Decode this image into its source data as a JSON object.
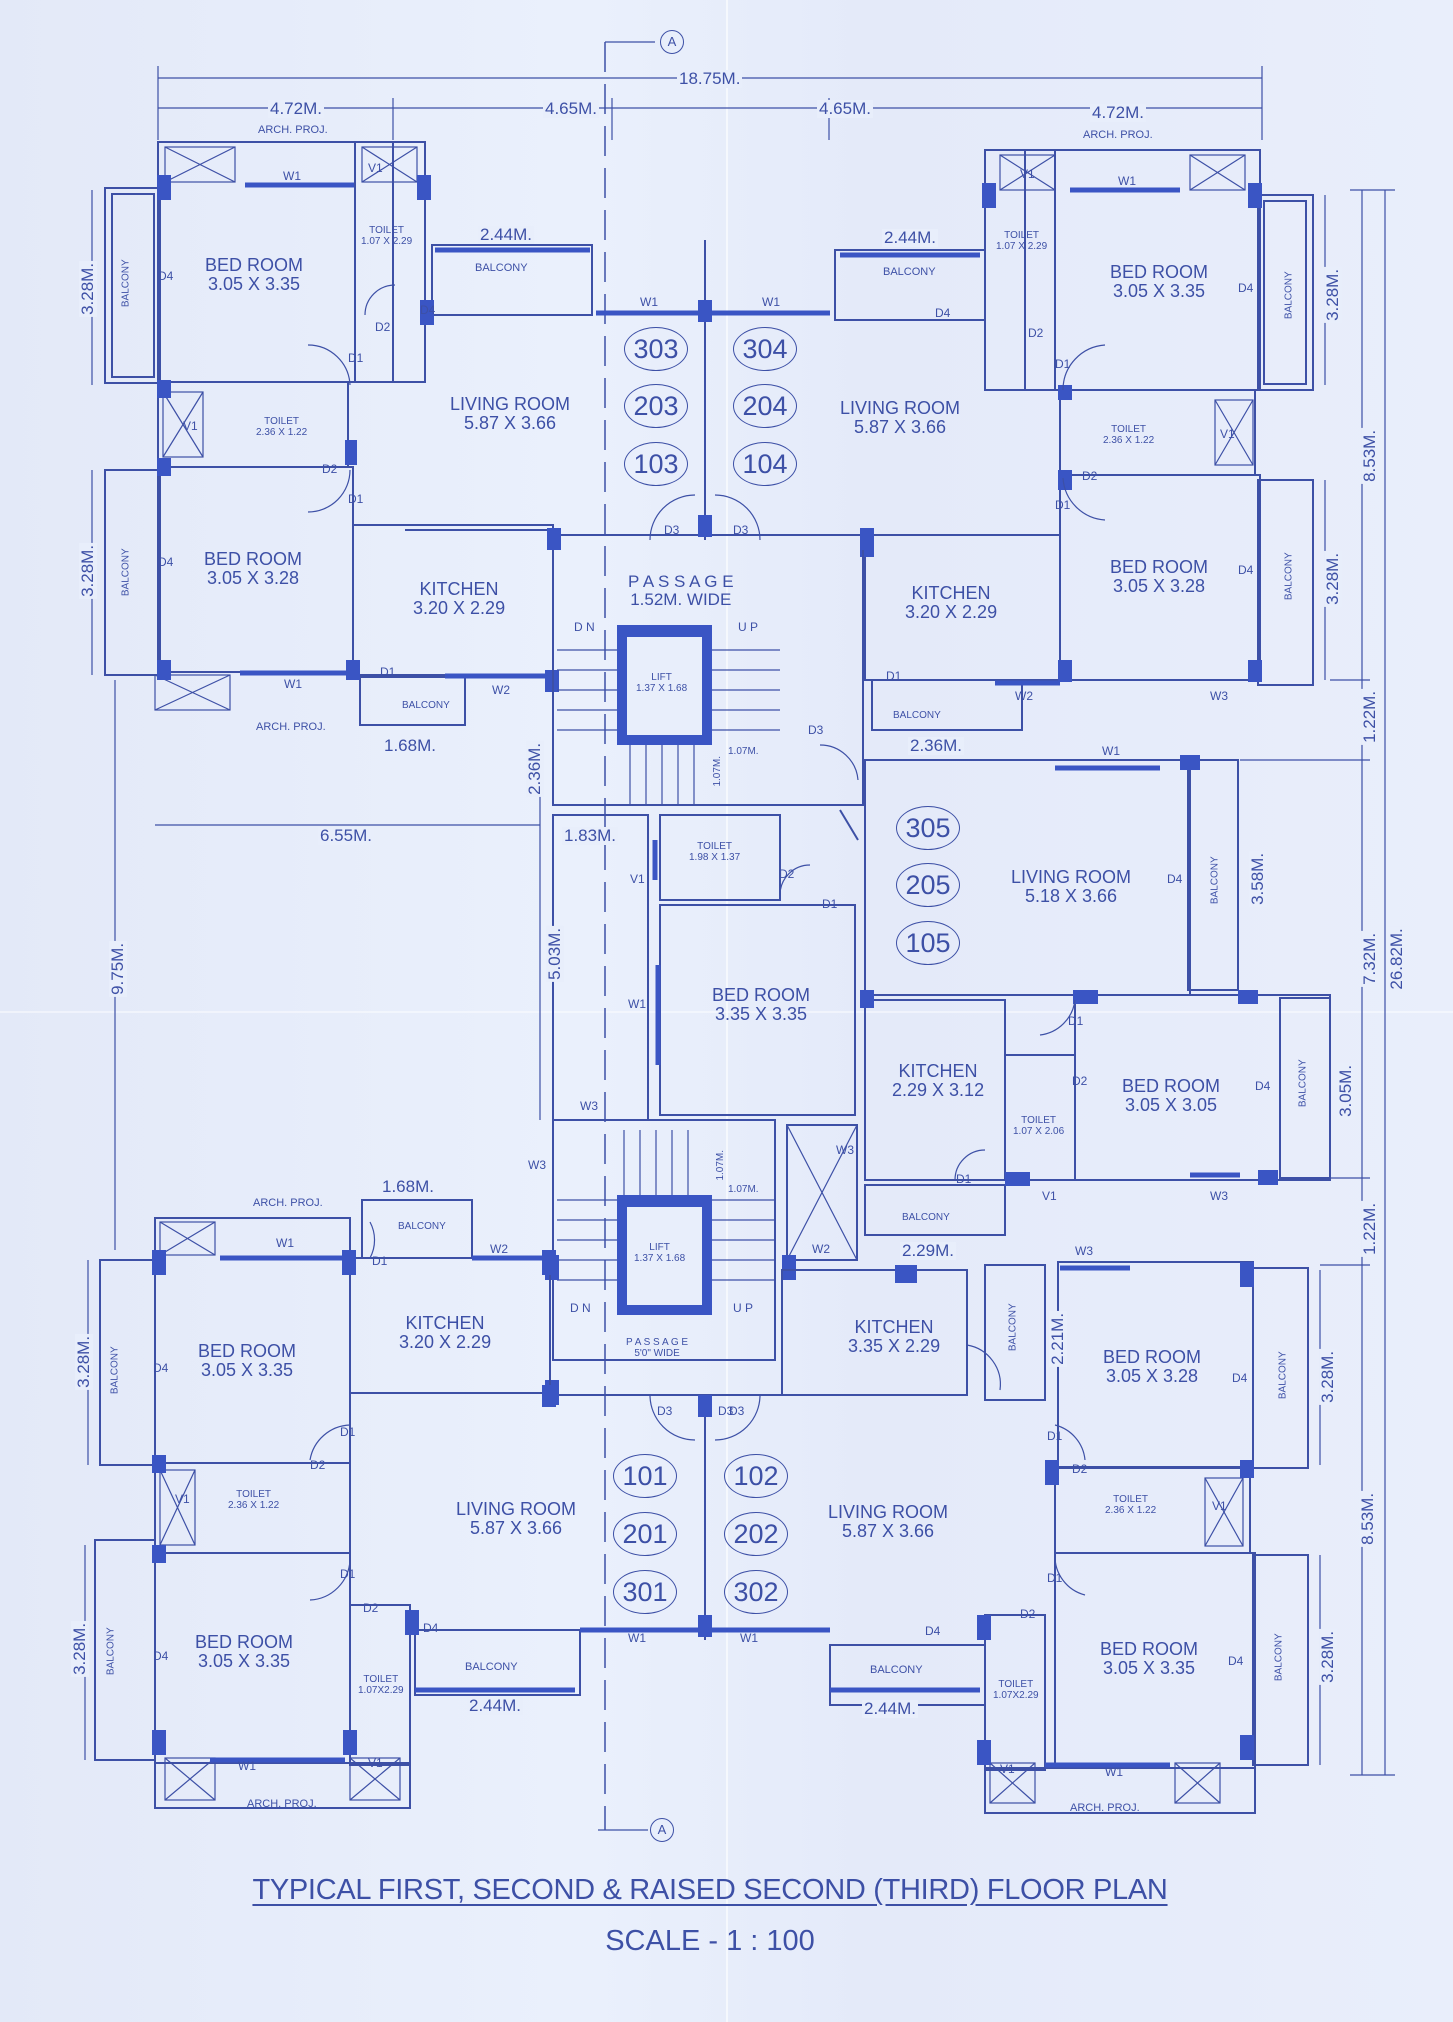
{
  "drawing": {
    "title": "TYPICAL FIRST, SECOND & RAISED SECOND (THIRD) FLOOR PLAN",
    "scale": "SCALE - 1 : 100",
    "section_marker": "A",
    "colors": {
      "line": "#3d50a6",
      "wall_fill": "#3a55c4",
      "paper": "#e6ecfa"
    }
  },
  "units": {
    "top_left": [
      "303",
      "203",
      "103"
    ],
    "top_right": [
      "304",
      "204",
      "104"
    ],
    "middle_right": [
      "305",
      "205",
      "105"
    ],
    "bottom_left": [
      "101",
      "201",
      "301"
    ],
    "bottom_right": [
      "102",
      "202",
      "302"
    ]
  },
  "rooms": {
    "tl_bed1": {
      "name": "BED ROOM",
      "size": "3.05 X 3.35"
    },
    "tl_toilet1": {
      "name": "TOILET",
      "size": "1.07 X 2.29"
    },
    "tl_balcony_top": {
      "name": "BALCONY"
    },
    "tl_living": {
      "name": "LIVING ROOM",
      "size": "5.87 X 3.66"
    },
    "tl_toilet2": {
      "name": "TOILET",
      "size": "2.36 X 1.22"
    },
    "tl_bed2": {
      "name": "BED ROOM",
      "size": "3.05 X 3.28"
    },
    "tl_kitchen": {
      "name": "KITCHEN",
      "size": "3.20 X 2.29"
    },
    "tl_balcony_kitchen": {
      "name": "BALCONY"
    },
    "tl_balcony_side1": {
      "name": "BALCONY"
    },
    "tl_balcony_side2": {
      "name": "BALCONY"
    },
    "tr_bed1": {
      "name": "BED ROOM",
      "size": "3.05 X 3.35"
    },
    "tr_toilet1": {
      "name": "TOILET",
      "size": "1.07 X 2.29"
    },
    "tr_balcony_top": {
      "name": "BALCONY"
    },
    "tr_living": {
      "name": "LIVING ROOM",
      "size": "5.87 X 3.66"
    },
    "tr_toilet2": {
      "name": "TOILET",
      "size": "2.36 X 1.22"
    },
    "tr_bed2": {
      "name": "BED ROOM",
      "size": "3.05 X 3.28"
    },
    "tr_kitchen": {
      "name": "KITCHEN",
      "size": "3.20 X 2.29"
    },
    "tr_balcony_kitchen": {
      "name": "BALCONY"
    },
    "tr_balcony_side1": {
      "name": "BALCONY"
    },
    "tr_balcony_side2": {
      "name": "BALCONY"
    },
    "passage_top": {
      "name": "P A S S A G E",
      "size": "1.52M. WIDE"
    },
    "lift_top": {
      "name": "LIFT",
      "size": "1.37 X 1.68"
    },
    "stair_top_dn": "D N",
    "stair_top_up": "U P",
    "mr_toilet": {
      "name": "TOILET",
      "size": "1.98 X 1.37"
    },
    "mr_bed1": {
      "name": "BED ROOM",
      "size": "3.35 X 3.35"
    },
    "mr_living": {
      "name": "LIVING ROOM",
      "size": "5.18 X 3.66"
    },
    "mr_kitchen": {
      "name": "KITCHEN",
      "size": "2.29 X 3.12"
    },
    "mr_toilet2": {
      "name": "TOILET",
      "size": "1.07 X 2.06"
    },
    "mr_bed2": {
      "name": "BED ROOM",
      "size": "3.05 X 3.05"
    },
    "mr_balcony_side1": {
      "name": "BALCONY"
    },
    "mr_balcony_side2": {
      "name": "BALCONY"
    },
    "mr_balcony_kitchen": {
      "name": "BALCONY"
    },
    "passage_bottom": {
      "name": "P A S S A G E",
      "size": "5'0\" WIDE"
    },
    "lift_bottom": {
      "name": "LIFT",
      "size": "1.37 X 1.68"
    },
    "stair_bottom_dn": "D N",
    "stair_bottom_up": "U P",
    "bl_bed1": {
      "name": "BED ROOM",
      "size": "3.05 X 3.35"
    },
    "bl_kitchen": {
      "name": "KITCHEN",
      "size": "3.20 X 2.29"
    },
    "bl_balcony_kitchen": {
      "name": "BALCONY"
    },
    "bl_toilet1": {
      "name": "TOILET",
      "size": "2.36 X 1.22"
    },
    "bl_living": {
      "name": "LIVING ROOM",
      "size": "5.87 X 3.66"
    },
    "bl_bed2": {
      "name": "BED ROOM",
      "size": "3.05 X 3.35"
    },
    "bl_toilet2": {
      "name": "TOILET",
      "size": "1.07X2.29"
    },
    "bl_balcony_bottom": {
      "name": "BALCONY"
    },
    "bl_balcony_side1": {
      "name": "BALCONY"
    },
    "bl_balcony_side2": {
      "name": "BALCONY"
    },
    "br_kitchen": {
      "name": "KITCHEN",
      "size": "3.35 X 2.29"
    },
    "br_balcony_kitchen": {
      "name": "BALCONY"
    },
    "br_bed1": {
      "name": "BED ROOM",
      "size": "3.05 X 3.28"
    },
    "br_toilet1": {
      "name": "TOILET",
      "size": "2.36 X 1.22"
    },
    "br_living": {
      "name": "LIVING ROOM",
      "size": "5.87 X 3.66"
    },
    "br_bed2": {
      "name": "BED ROOM",
      "size": "3.05 X 3.35"
    },
    "br_toilet2": {
      "name": "TOILET",
      "size": "1.07X2.29"
    },
    "br_balcony_bottom": {
      "name": "BALCONY"
    },
    "br_balcony_side1": {
      "name": "BALCONY"
    },
    "br_balcony_side2": {
      "name": "BALCONY"
    }
  },
  "annotations": {
    "arch_proj": "ARCH. PROJ.",
    "doors": {
      "d1": "D1",
      "d2": "D2",
      "d3": "D3",
      "d4": "D4"
    },
    "windows": {
      "w1": "W1",
      "w2": "W2",
      "w3": "W3",
      "v1": "V1"
    }
  },
  "dimensions": {
    "overall_width": "18.75M.",
    "top_left_width": "4.72M.",
    "top_left_gap": "4.65M.",
    "top_right_gap": "4.65M.",
    "top_right_width": "4.72M.",
    "tl_balcony": "2.44M.",
    "tr_balcony": "2.44M.",
    "tl_kitchen_balcony": "1.68M.",
    "tl_stair_height": "2.36M.",
    "tr_kitchen_balcony": "2.36M.",
    "left_setback": "6.55M.",
    "corridor": "1.83M.",
    "stair_flight_top_h": "1.07M.",
    "stair_flight_top_v": "1.07M.",
    "corridor_length": "5.03M.",
    "left_side_gap": "9.75M.",
    "bl_kitchen_balcony": "1.68M.",
    "stair_flight_bottom_h": "1.07M.",
    "stair_flight_bottom_v": "1.07M.",
    "br_kitchen_balcony": "2.29M.",
    "br_balcony_v": "2.21M.",
    "bl_balcony": "2.44M.",
    "br_balcony": "2.44M.",
    "left_balconies": [
      "3.28M.",
      "3.28M.",
      "3.28M.",
      "3.28M."
    ],
    "right_tr_balconies": [
      "3.28M.",
      "3.28M."
    ],
    "right_upper_block": "8.53M.",
    "right_gap1": "1.22M.",
    "mr_balcony1": "3.58M.",
    "mr_block": "7.32M.",
    "mr_balcony2": "3.05M.",
    "right_gap2": "1.22M.",
    "right_br_balconies": [
      "3.28M.",
      "3.28M."
    ],
    "right_lower_block": "8.53M.",
    "overall_depth": "26.82M."
  }
}
